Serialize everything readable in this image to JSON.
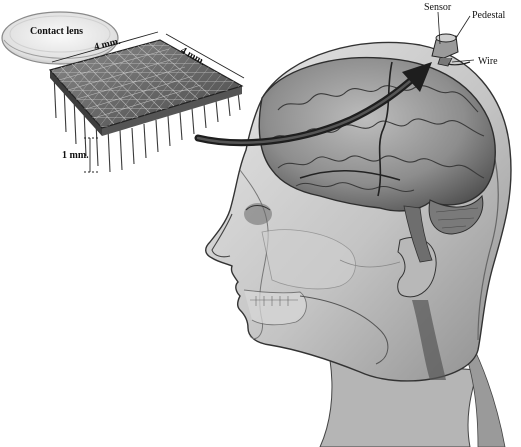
{
  "labels": {
    "contact_lens": "Contact lens",
    "width_top": "4 mm.",
    "width_side": "4 mm.",
    "depth": "1 mm.",
    "sensor": "Sensor",
    "pedestal": "Pedestal",
    "wire": "Wire"
  },
  "colors": {
    "background": "#ffffff",
    "head_light": "#d9d9d9",
    "head_mid": "#a8a8a8",
    "brain": "#8c8c8c",
    "array": "#6f6f6f",
    "arrow": "#1e1e1e"
  }
}
